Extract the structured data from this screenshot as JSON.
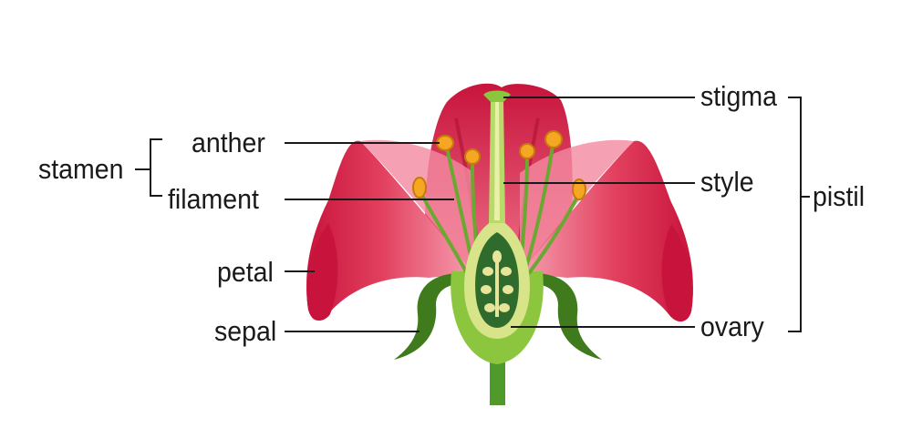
{
  "labels": {
    "stamen": "stamen",
    "anther": "anther",
    "filament": "filament",
    "petal": "petal",
    "sepal": "sepal",
    "stigma": "stigma",
    "style": "style",
    "pistil": "pistil",
    "ovary": "ovary"
  },
  "colors": {
    "petal_dark": "#c8143c",
    "petal_mid": "#e2405e",
    "petal_light": "#f6a0b2",
    "sepal": "#3f7a1c",
    "stem": "#4f9a2a",
    "receptacle": "#8cc63f",
    "ovary_wall": "#d8e48a",
    "ovary_inner": "#2f6b2c",
    "ovule": "#e6e59a",
    "anther": "#f5a623",
    "style": "#b9d96a",
    "line": "#1a1a1a"
  }
}
